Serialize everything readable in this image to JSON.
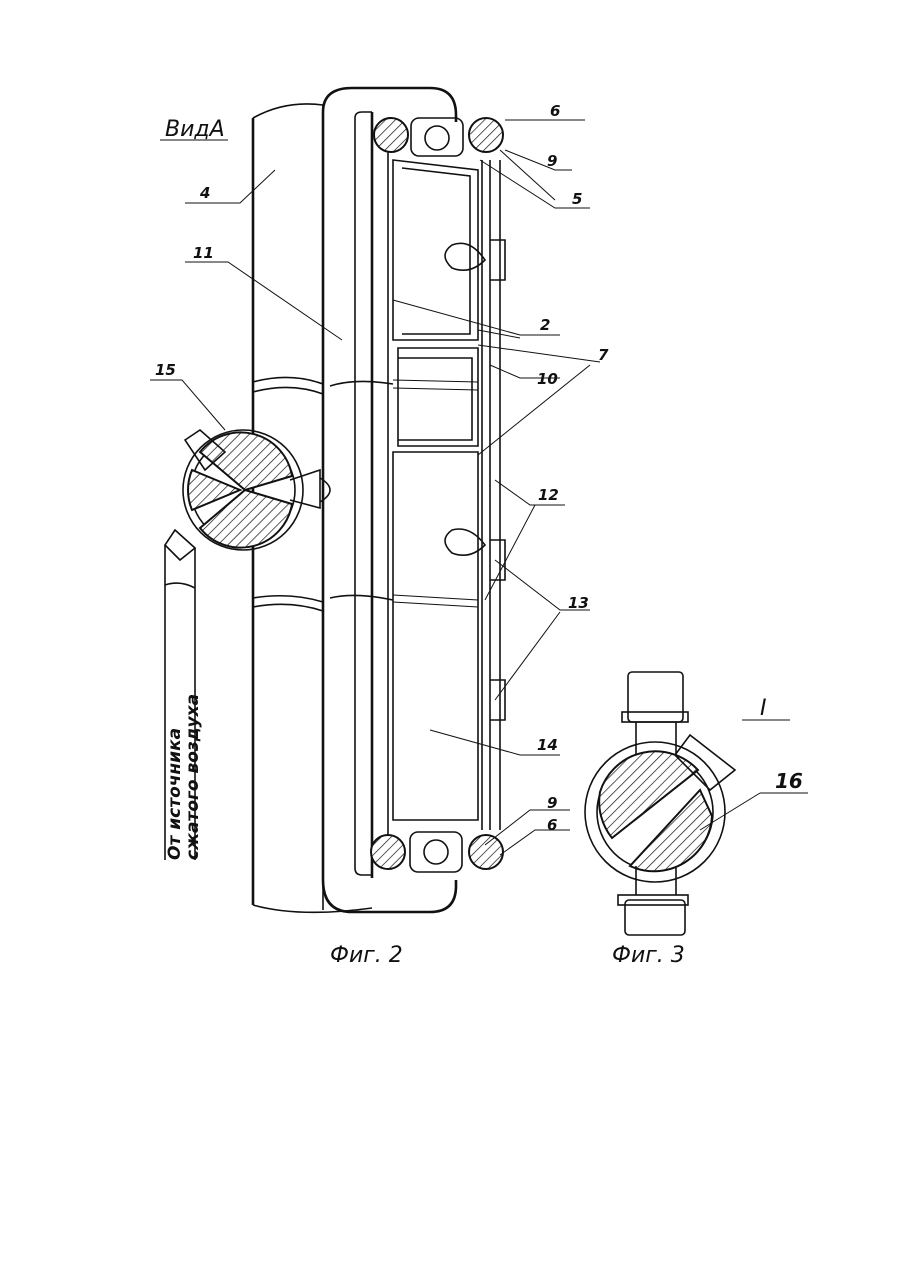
{
  "labels": {
    "view_title": "ВидА",
    "fig2_caption": "Фиг. 2",
    "fig3_caption": "Фиг. 3",
    "detail_mark": "I",
    "source_line1": "От источника",
    "source_line2": "сжатого воздуха"
  },
  "callouts": {
    "c2": "2",
    "c4": "4",
    "c5": "5",
    "c6a": "6",
    "c6b": "6",
    "c7": "7",
    "c9a": "9",
    "c9b": "9",
    "c10": "10",
    "c11": "11",
    "c12": "12",
    "c13": "13",
    "c14": "14",
    "c15": "15",
    "c16": "16"
  }
}
